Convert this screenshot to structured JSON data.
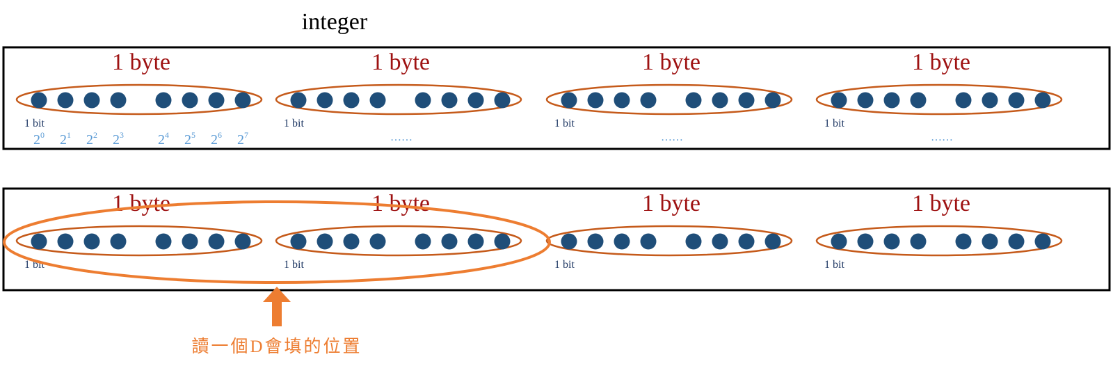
{
  "title": "integer",
  "byte_label": "1 byte",
  "bit_label": "1 bit",
  "powers": [
    {
      "base": "2",
      "exp": "0"
    },
    {
      "base": "2",
      "exp": "1"
    },
    {
      "base": "2",
      "exp": "2"
    },
    {
      "base": "2",
      "exp": "3"
    },
    {
      "base": "2",
      "exp": "4"
    },
    {
      "base": "2",
      "exp": "5"
    },
    {
      "base": "2",
      "exp": "6"
    },
    {
      "base": "2",
      "exp": "7"
    }
  ],
  "ellipsis_text": "……",
  "annotation": "讀一個D會填的位置",
  "colors": {
    "byte_text": "#9e1212",
    "bit_dot": "#1f4e79",
    "byte_oval": "#c55a1a",
    "highlight": "#ed7d31",
    "power_text": "#5b9bd5",
    "bit_text": "#1f3864",
    "frame": "#000000"
  }
}
